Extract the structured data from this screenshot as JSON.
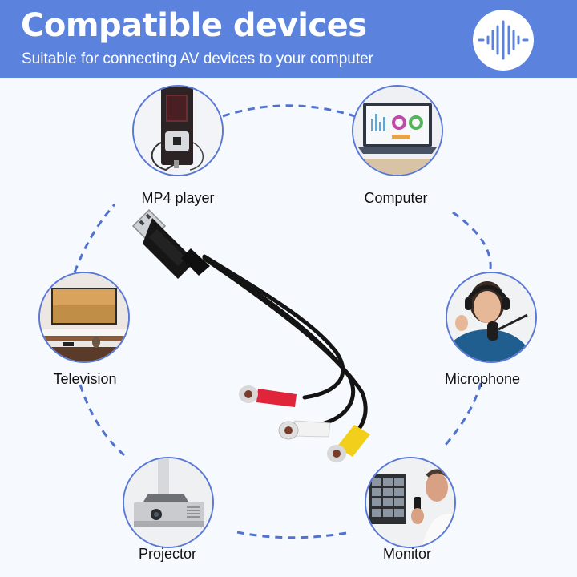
{
  "header": {
    "title": "Compatible devices",
    "subtitle": "Suitable for connecting AV devices to your computer",
    "badge_icon": "sound-wave-icon",
    "banner_color": "#5b82dd"
  },
  "ring": {
    "style": "dashed",
    "color": "#4f73cf"
  },
  "devices": [
    {
      "label": "MP4 player",
      "icon": "mp4-player-image"
    },
    {
      "label": "Computer",
      "icon": "laptop-image"
    },
    {
      "label": "Television",
      "icon": "television-image"
    },
    {
      "label": "Microphone",
      "icon": "podcaster-microphone-image"
    },
    {
      "label": "Projector",
      "icon": "ceiling-projector-image"
    },
    {
      "label": "Monitor",
      "icon": "surveillance-monitor-image"
    }
  ],
  "product": {
    "name": "USB to 3 RCA female adapter cable",
    "connectors": [
      "USB-A male",
      "RCA red",
      "RCA white",
      "RCA yellow"
    ],
    "colors": {
      "red": "#e0243a",
      "white": "#f2f2f2",
      "yellow": "#f2cf1a",
      "cable": "#111111"
    }
  }
}
